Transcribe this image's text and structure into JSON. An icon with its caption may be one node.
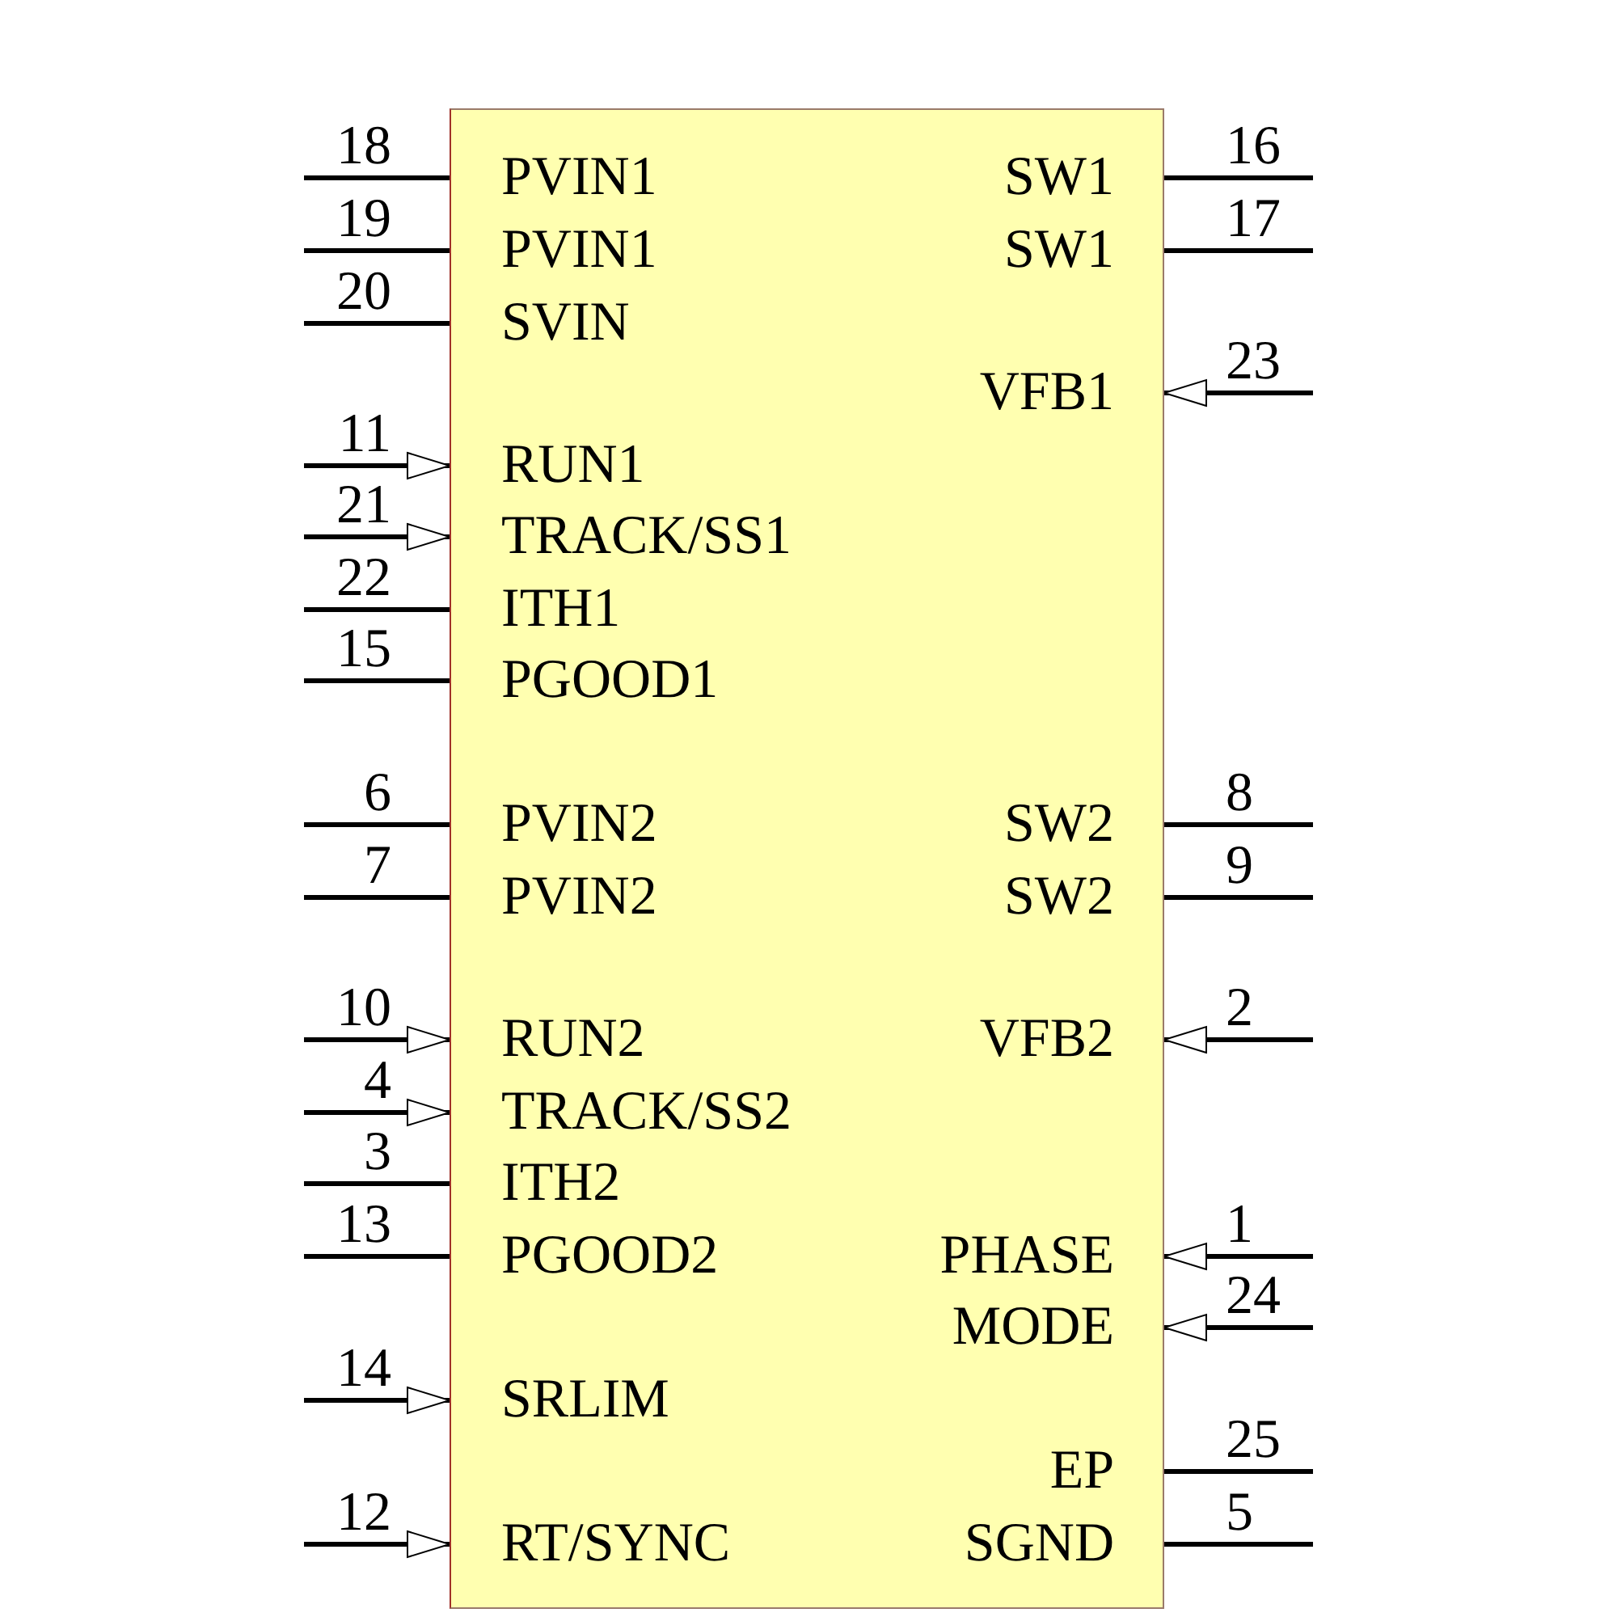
{
  "diagram": {
    "nodes": [
      {
        "text": [],
        "shape": "box"
      },
      {
        "text": [
          "PVIN1"
        ],
        "in": 0
      },
      {
        "text": [
          "SW1"
        ],
        "in": 0
      },
      {
        "text": [
          "PVIN1"
        ],
        "in": 0
      },
      {
        "text": [
          "SW1"
        ],
        "in": 0
      },
      {
        "text": [
          "SVIN"
        ],
        "in": 0
      },
      {
        "text": [
          "VFB1"
        ],
        "in": 0
      },
      {
        "text": [
          "RUN1"
        ],
        "in": 0
      },
      {
        "text": [
          "TRACK/SS1"
        ],
        "in": 0
      },
      {
        "text": [
          "ITH1"
        ],
        "in": 0
      },
      {
        "text": [
          "PGOOD1"
        ],
        "in": 0
      },
      {
        "text": [
          "PVIN2"
        ],
        "in": 0
      },
      {
        "text": [
          "SW2"
        ],
        "in": 0
      },
      {
        "text": [
          "PVIN2"
        ],
        "in": 0
      },
      {
        "text": [
          "SW2"
        ],
        "in": 0
      },
      {
        "text": [
          "RUN2"
        ],
        "in": 0
      },
      {
        "text": [
          "VFB2"
        ],
        "in": 0
      },
      {
        "text": [
          "TRACK/SS2"
        ],
        "in": 0
      },
      {
        "text": [
          "ITH2"
        ],
        "in": 0
      },
      {
        "text": [
          "PGOOD2"
        ],
        "in": 0
      },
      {
        "text": [
          "PHASE"
        ],
        "in": 0
      },
      {
        "text": [
          "MODE"
        ],
        "in": 0
      },
      {
        "text": [
          "SRLIM"
        ],
        "in": 0
      },
      {
        "text": [
          "EP"
        ],
        "in": 0
      },
      {
        "text": [
          "RT/SYNC"
        ],
        "in": 0
      },
      {
        "text": [
          "SGND"
        ],
        "in": 0
      }
    ],
    "edges": [
      {
        "from": null,
        "to": 1,
        "arrow": "none",
        "label": "18"
      },
      {
        "from": null,
        "to": 2,
        "arrow": "none",
        "label": "16"
      },
      {
        "from": null,
        "to": 3,
        "arrow": "none",
        "label": "19"
      },
      {
        "from": null,
        "to": 4,
        "arrow": "none",
        "label": "17"
      },
      {
        "from": null,
        "to": 5,
        "arrow": "none",
        "label": "20"
      },
      {
        "from": null,
        "to": 6,
        "arrow": "to",
        "label": "23"
      },
      {
        "from": null,
        "to": 7,
        "arrow": "to",
        "label": "11"
      },
      {
        "from": null,
        "to": 8,
        "arrow": "to",
        "label": "21"
      },
      {
        "from": null,
        "to": 9,
        "arrow": "none",
        "label": "22"
      },
      {
        "from": null,
        "to": 10,
        "arrow": "none",
        "label": "15"
      },
      {
        "from": null,
        "to": 11,
        "arrow": "none",
        "label": "6"
      },
      {
        "from": null,
        "to": 12,
        "arrow": "none",
        "label": "8"
      },
      {
        "from": null,
        "to": 13,
        "arrow": "none",
        "label": "7"
      },
      {
        "from": null,
        "to": 14,
        "arrow": "none",
        "label": "9"
      },
      {
        "from": null,
        "to": 15,
        "arrow": "to",
        "label": "10"
      },
      {
        "from": null,
        "to": 16,
        "arrow": "to",
        "label": "2"
      },
      {
        "from": null,
        "to": 17,
        "arrow": "to",
        "label": "4"
      },
      {
        "from": null,
        "to": 18,
        "arrow": "none",
        "label": "3"
      },
      {
        "from": null,
        "to": 19,
        "arrow": "none",
        "label": "13"
      },
      {
        "from": null,
        "to": 20,
        "arrow": "to",
        "label": "1"
      },
      {
        "from": null,
        "to": 21,
        "arrow": "to",
        "label": "24"
      },
      {
        "from": null,
        "to": 22,
        "arrow": "to",
        "label": "14"
      },
      {
        "from": null,
        "to": 23,
        "arrow": "none",
        "label": "25"
      },
      {
        "from": null,
        "to": 24,
        "arrow": "to",
        "label": "12"
      },
      {
        "from": null,
        "to": 25,
        "arrow": "none",
        "label": "5"
      }
    ]
  }
}
